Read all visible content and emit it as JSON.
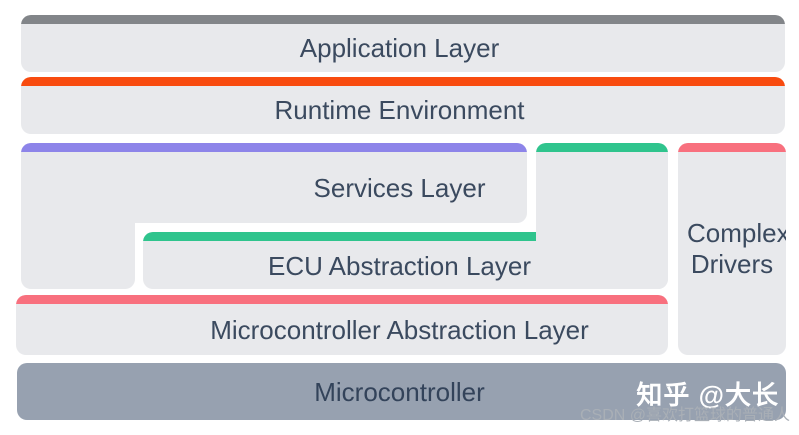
{
  "diagram": {
    "layers": {
      "application": {
        "label": "Application Layer",
        "bar_color": "#828589"
      },
      "runtime": {
        "label": "Runtime Environment",
        "bar_color": "#f84b0f"
      },
      "services": {
        "label": "Services Layer",
        "bar_color": "#8d84e9"
      },
      "ecu_abstraction": {
        "label": "ECU Abstraction Layer",
        "bar_color": "#2fc48d"
      },
      "complex_drivers": {
        "label": "Complex Drivers",
        "bar_color": "#f8707e"
      },
      "mcal": {
        "label": "Microcontroller Abstraction Layer",
        "bar_color": "#f8707e"
      },
      "microcontroller": {
        "label": "Microcontroller",
        "fill_color": "#97a1b0"
      }
    },
    "colors": {
      "panel_fill": "#e8e9ec",
      "text": "#3b4a5f",
      "background": "#ffffff"
    }
  },
  "watermarks": {
    "zhihu": "知乎 @大长",
    "csdn": "CSDN @喜欢打篮球的普通人"
  }
}
